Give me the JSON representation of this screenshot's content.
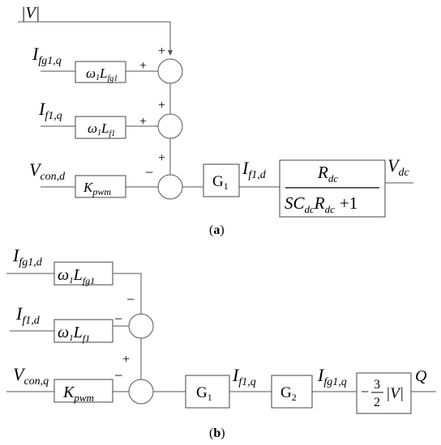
{
  "diagram_a": {
    "caption_open": "(",
    "caption_letter": "a",
    "caption_close": ")",
    "input_top": "|V|",
    "in1": {
      "main": "I",
      "sub": "fg1,q"
    },
    "in2": {
      "main": "I",
      "sub": "f1,q"
    },
    "in3": {
      "main": "V",
      "sub": "con,d"
    },
    "blk1": {
      "main": "ω",
      "sub1": "1",
      "main2": "L",
      "sub2": "fg1"
    },
    "blk2": {
      "main": "ω",
      "sub1": "1",
      "main2": "L",
      "sub2": "f1"
    },
    "blk3": {
      "main": "K",
      "sub": "pwm"
    },
    "signs": [
      "+",
      "+",
      "+",
      "+",
      "+",
      "−"
    ],
    "g1": {
      "main": "G",
      "sub": "1"
    },
    "mid_label": {
      "main": "I",
      "sub": "f1,d"
    },
    "tf_num": {
      "main": "R",
      "sub": "dc"
    },
    "tf_den": {
      "a": "SC",
      "a_sub": "dc",
      "b": "R",
      "b_sub": "dc",
      "c": "+1"
    },
    "out": {
      "main": "V",
      "sub": "dc"
    }
  },
  "diagram_b": {
    "caption_open": "(",
    "caption_letter": "b",
    "caption_close": ")",
    "in1": {
      "main": "I",
      "sub": "fg1,d"
    },
    "in2": {
      "main": "I",
      "sub": "f1,d"
    },
    "in3": {
      "main": "V",
      "sub": "con,q"
    },
    "blk1": {
      "main": "ω",
      "sub1": "1",
      "main2": "L",
      "sub2": "fg1"
    },
    "blk2": {
      "main": "ω",
      "sub1": "1",
      "main2": "L",
      "sub2": "f1"
    },
    "blk3": {
      "main": "K",
      "sub": "pwm"
    },
    "signs": [
      "−",
      "−",
      "+",
      "−"
    ],
    "g1": {
      "main": "G",
      "sub": "1"
    },
    "mid1": {
      "main": "I",
      "sub": "f1,q"
    },
    "g2": {
      "main": "G",
      "sub": "2"
    },
    "mid2": {
      "main": "I",
      "sub": "fg1,q"
    },
    "gain": {
      "sign": "−",
      "num": "3",
      "den": "2",
      "abs": "|V|"
    },
    "out": {
      "main": "Q"
    }
  }
}
